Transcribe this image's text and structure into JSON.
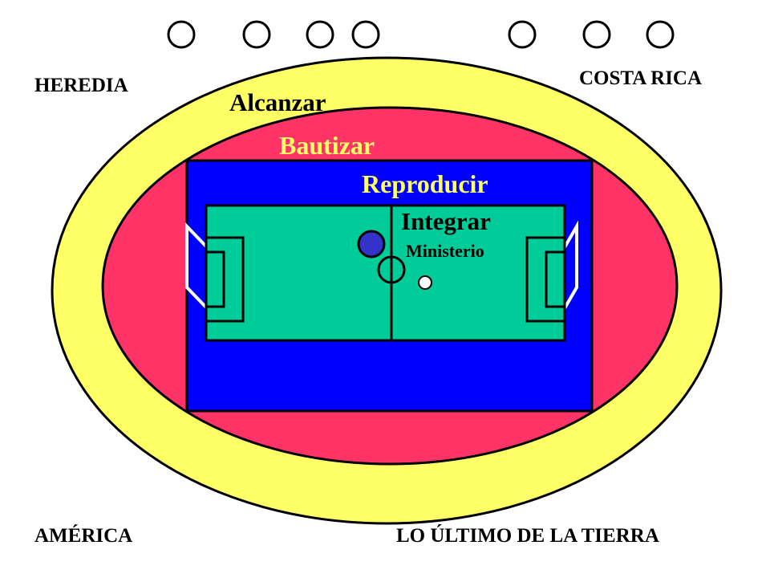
{
  "corners": {
    "top_left": "HEREDIA",
    "top_right": "COSTA RICA",
    "bottom_left": "AMÉRICA",
    "bottom_right": "LO ÚLTIMO DE LA TIERRA"
  },
  "levels": {
    "alcanzar": "Alcanzar",
    "bautizar": "Bautizar",
    "reproducir": "Reproducir",
    "integrar": "Integrar",
    "ministerio": "Ministerio"
  },
  "colors": {
    "outer_ring": "#ffff66",
    "middle_ring": "#ff3366",
    "inner_field": "#0000ff",
    "pitch": "#00cc99",
    "label_yellow": "#ffff66",
    "player_ball": "#3333cc",
    "soccer_ball": "#ffffff"
  },
  "top_circles_count": 7
}
